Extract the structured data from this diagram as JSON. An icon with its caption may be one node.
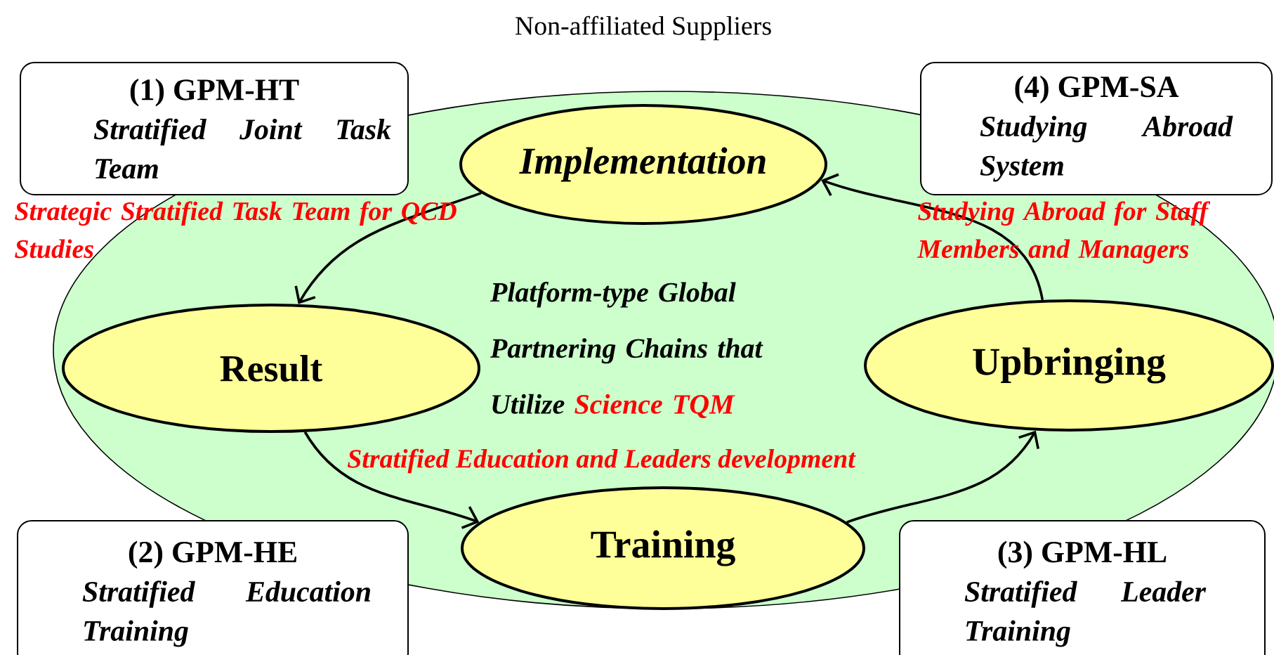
{
  "diagram": {
    "title": "Non-affiliated Suppliers",
    "nodes": [
      {
        "text": [
          "Platform-type Global Partnering Chains that Utilize",
          "Science TQM"
        ]
      },
      {
        "text": [
          "Implementation"
        ],
        "in": 0
      },
      {
        "text": [
          "Result"
        ],
        "in": 0
      },
      {
        "text": [
          "Training"
        ],
        "in": 0
      },
      {
        "text": [
          "Upbringing"
        ],
        "in": 0
      },
      {
        "text": [
          "(1) GPM-HT",
          "Stratified Joint Task Team"
        ]
      },
      {
        "text": [
          "(4) GPM-SA",
          "Studying Abroad System"
        ]
      },
      {
        "text": [
          "(2) GPM-HE",
          "Stratified Education Training"
        ]
      },
      {
        "text": [
          "(3) GPM-HL",
          "Stratified Leader Training"
        ]
      }
    ],
    "edges": [
      {
        "from": 1,
        "to": 2,
        "arrow": "to"
      },
      {
        "from": 2,
        "to": 3,
        "arrow": "to"
      },
      {
        "from": 3,
        "to": 4,
        "arrow": "to"
      },
      {
        "from": 4,
        "to": 1,
        "arrow": "to"
      }
    ],
    "labels": [
      "Strategic Stratified Task Team for QCD Studies",
      "Studying Abroad for Staff Members and Managers",
      "Stratified Education and Leaders development"
    ]
  }
}
